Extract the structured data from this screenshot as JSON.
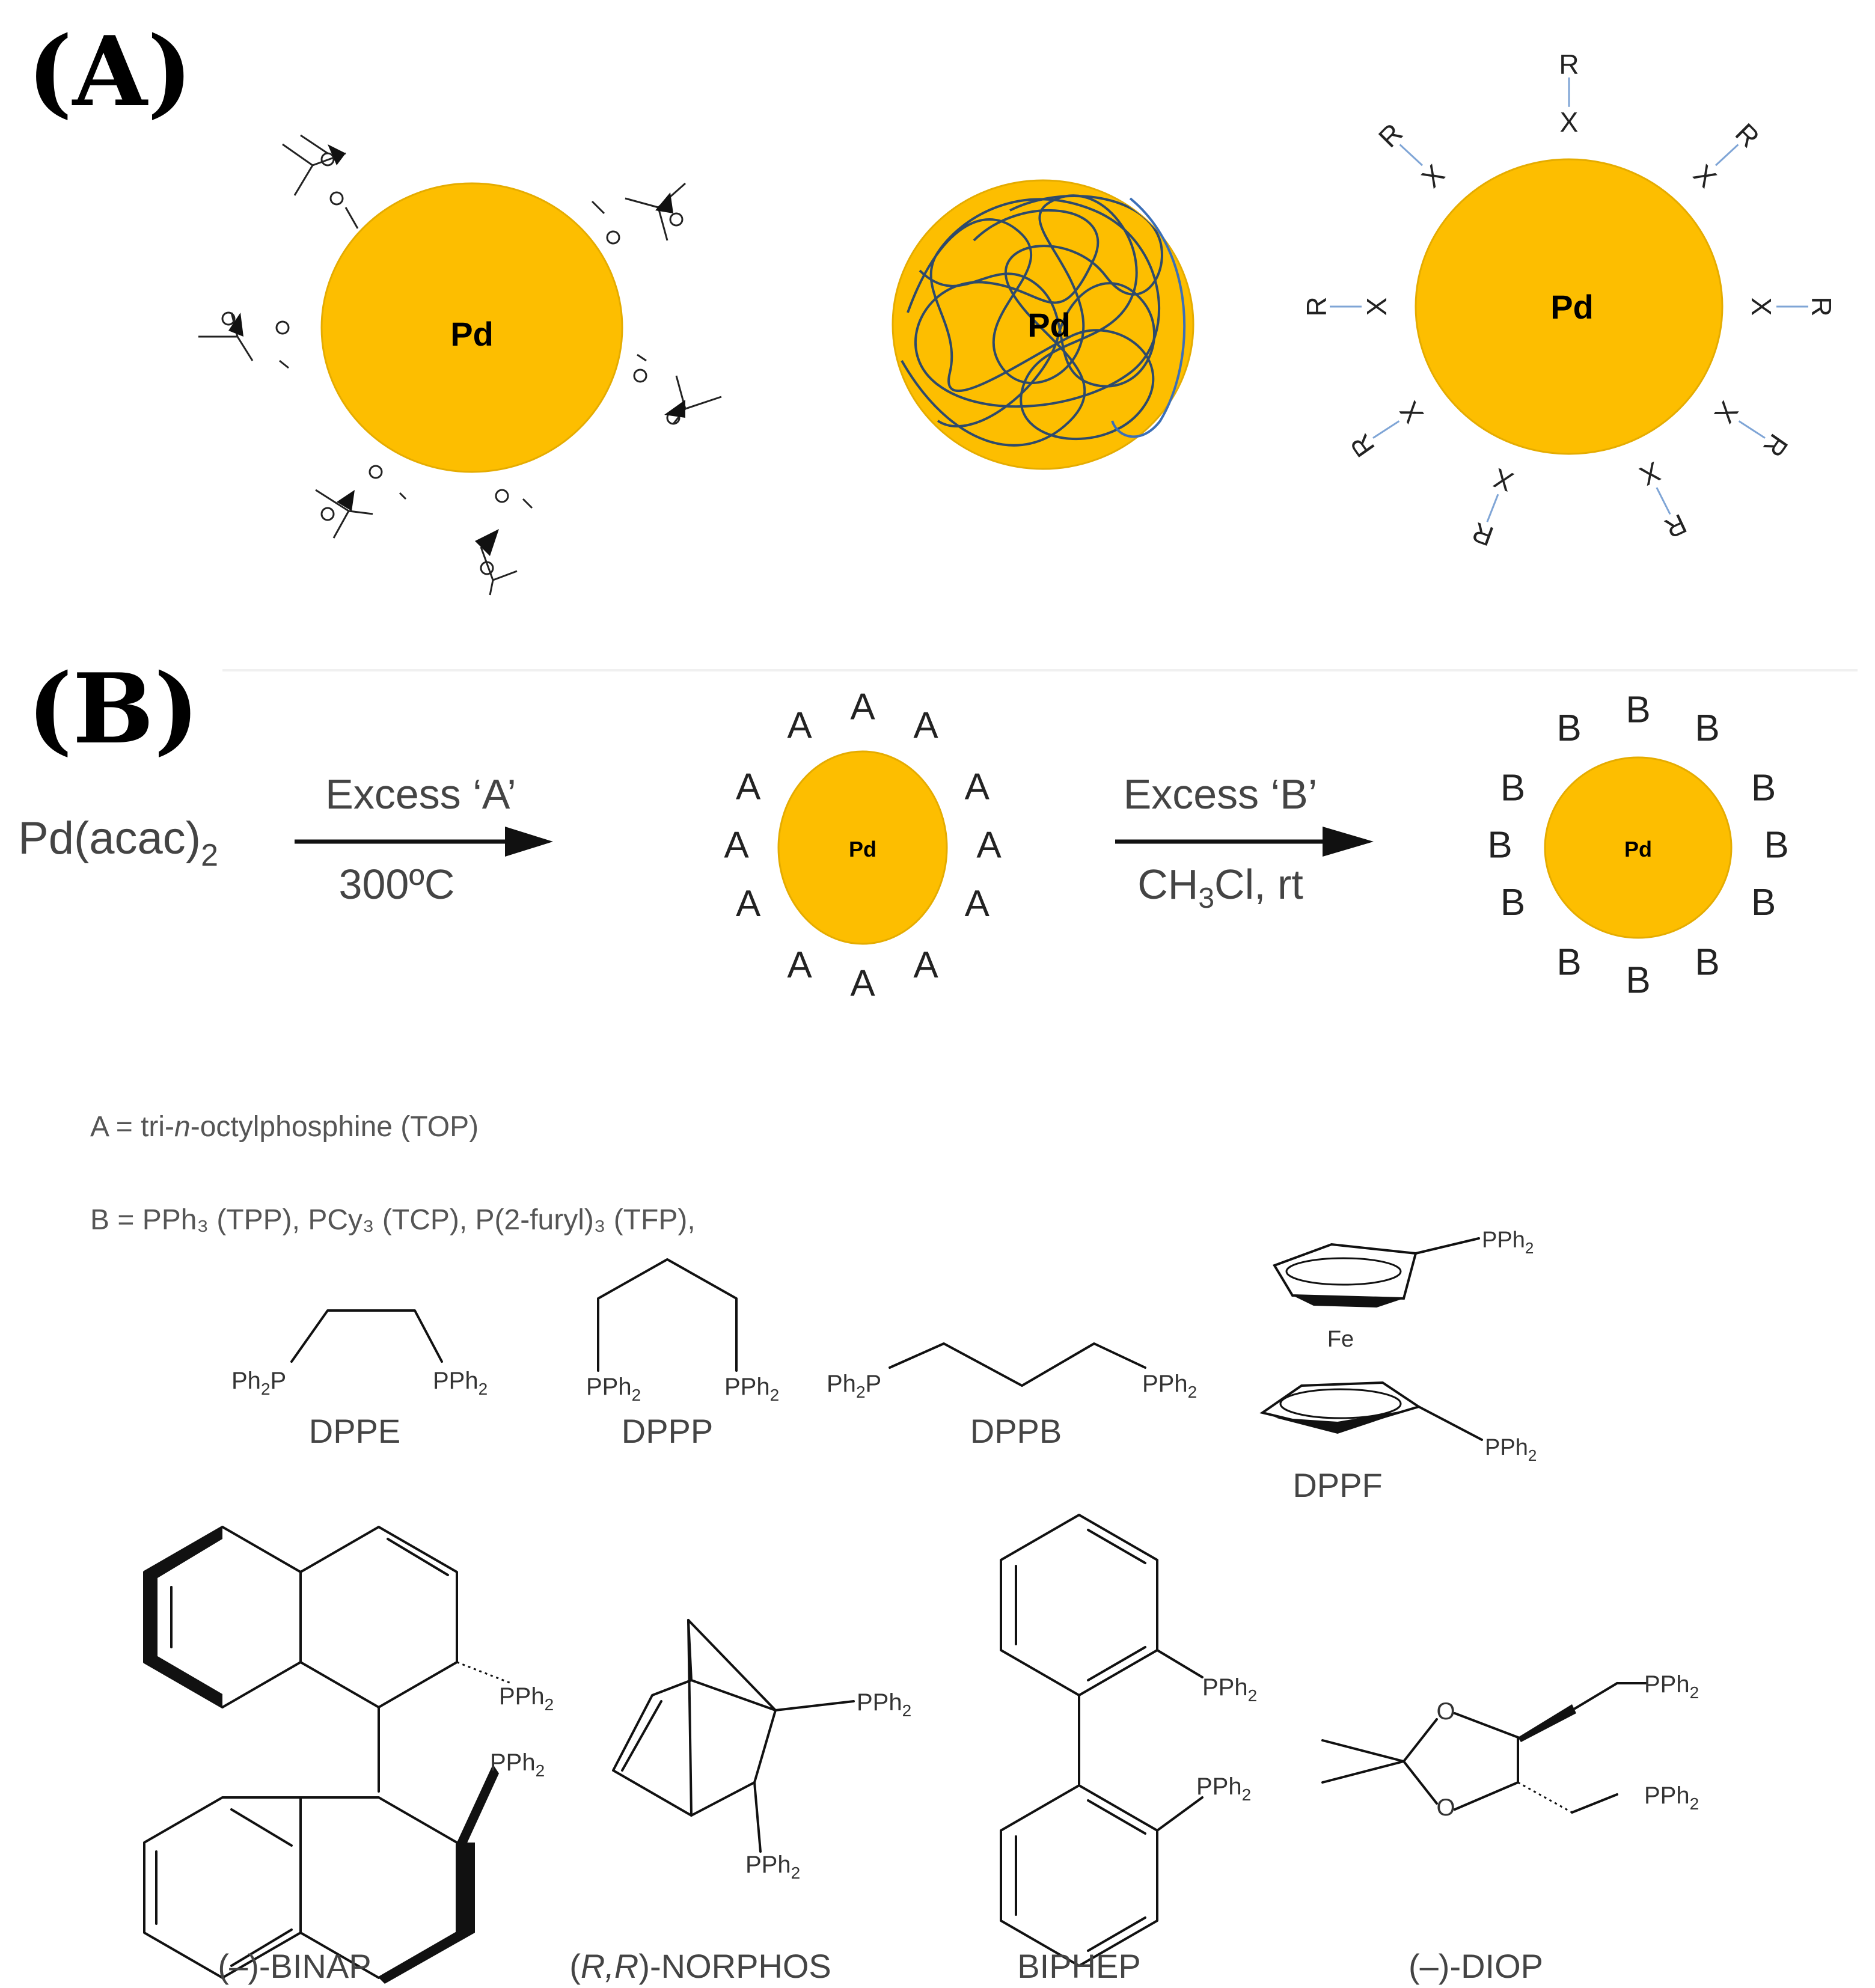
{
  "panels": {
    "a_label": "(A)",
    "b_label": "(B)"
  },
  "particles": {
    "pd": "Pd",
    "r": "R",
    "x": "X"
  },
  "scheme": {
    "reactant_main": "Pd(acac)",
    "reactant_sub": "2",
    "arrow1_top": "Excess ‘A’",
    "arrow1_bottom": "300ºC",
    "arrow2_top": "Excess ‘B’",
    "arrow2_bottom_a": "CH",
    "arrow2_bottom_sub": "3",
    "arrow2_bottom_b": "Cl, rt",
    "ligand_a": "A",
    "ligand_b": "B"
  },
  "definitions": {
    "a_prefix": "A = tri-",
    "a_italic": "n",
    "a_suffix": "-octylphosphine (TOP)",
    "b_text": "B = PPh₃ (TPP), PCy₃ (TCP), P(2-furyl)₃ (TFP),"
  },
  "ligands": {
    "pph": "PPh",
    "ph": "Ph",
    "p": "P",
    "two": "2",
    "fe": "Fe",
    "o": "O",
    "dppe": "DPPE",
    "dppp": "DPPP",
    "dppb": "DPPB",
    "dppf": "DPPF",
    "binap": "(–)-BINAP",
    "norphos_italic": "R,R",
    "norphos_rest": "-NORPHOS",
    "biphep": "BIPHEP",
    "diop": "(–)-DIOP"
  },
  "colors": {
    "pd_fill": "#FDBE00",
    "ligand_arrow": "#7FA5D6",
    "polymer": "#2E4A6B"
  }
}
